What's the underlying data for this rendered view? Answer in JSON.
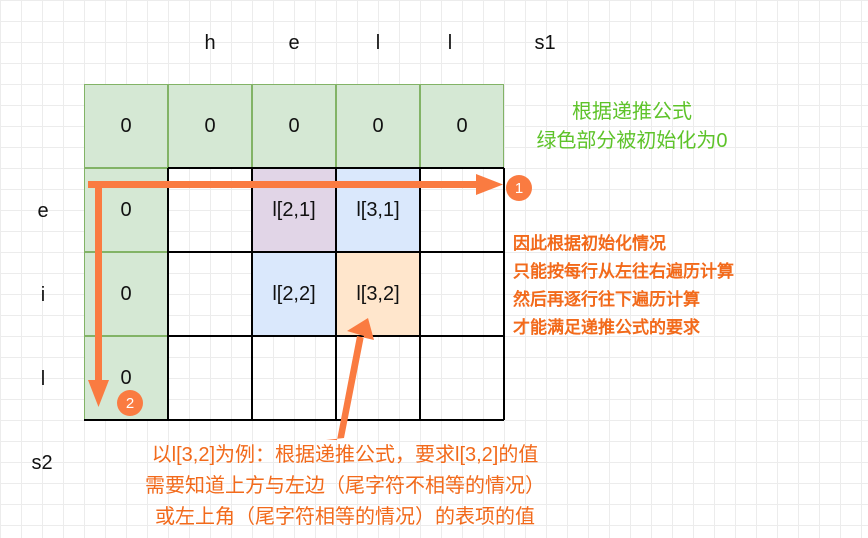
{
  "top_labels": [
    "h",
    "e",
    "l",
    "l",
    "s1"
  ],
  "side_labels": [
    "e",
    "i",
    "l",
    "s2"
  ],
  "init_row": [
    "0",
    "0",
    "0",
    "0",
    "0"
  ],
  "init_col": [
    "0",
    "0",
    "0"
  ],
  "cells": {
    "l21": "l[2,1]",
    "l31": "l[3,1]",
    "l22": "l[2,2]",
    "l32": "l[3,2]"
  },
  "green_note": [
    "根据递推公式",
    "绿色部分被初始化为0"
  ],
  "orange_note": [
    "因此根据初始化情况",
    "只能按每行从左往右遍历计算",
    "然后再逐行往下遍历计算",
    "才能满足递推公式的要求"
  ],
  "bottom_note": [
    "以l[3,2]为例：根据递推公式，要求l[3,2]的值",
    "需要知道上方与左边（尾字符不相等的情况）",
    "或左上角（尾字符相等的情况）的表项的值"
  ],
  "badges": [
    "1",
    "2"
  ],
  "colors": {
    "green_fill": "#d5e8d4",
    "purple_fill": "#e1d5e7",
    "blue_fill": "#dae8fc",
    "peach_fill": "#ffe6cc",
    "arrow_orange": "#fa7b41",
    "green_text": "#5ec32a",
    "orange_text": "#f26a1b"
  }
}
